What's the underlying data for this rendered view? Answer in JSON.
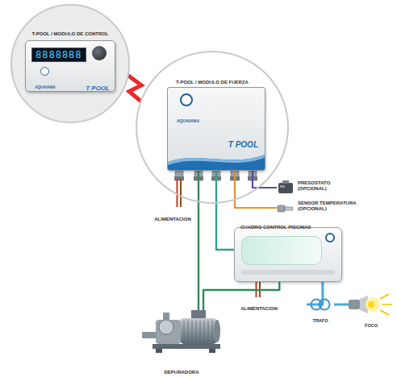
{
  "diagram": {
    "nodes": [
      {
        "text": [
          "T-POOL / MODULO DE CONTROL"
        ]
      },
      {
        "text": [
          "8888888",
          "AQUAVANA",
          "T POOL"
        ],
        "in": 0
      },
      {
        "text": [
          "T-POOL / MODULO DE FUERZA"
        ]
      },
      {
        "text": [
          "AQUAVANA",
          "T POOL"
        ],
        "in": 2
      },
      {
        "text": [
          "PRESOSTATO (OPCIONAL)"
        ]
      },
      {
        "text": [
          "SENSOR TEMPERATURA (OPCIONAL)"
        ]
      },
      {
        "text": [
          "CUADRO CONTROL PISCINAS"
        ]
      },
      {
        "text": [
          "TRAFO"
        ]
      },
      {
        "text": [
          "FOCO"
        ]
      },
      {
        "text": [
          "DEPURADORA"
        ]
      }
    ],
    "edges": [
      {
        "from": 0,
        "to": 2,
        "arrow": "none"
      },
      {
        "from": 3,
        "to": 4,
        "arrow": "none"
      },
      {
        "from": 3,
        "to": 5,
        "arrow": "none"
      },
      {
        "from": 3,
        "to": 9,
        "arrow": "none"
      },
      {
        "from": 3,
        "to": 6,
        "arrow": "none"
      },
      {
        "from": 6,
        "to": 9,
        "arrow": "none"
      },
      {
        "from": 6,
        "to": 7,
        "arrow": "none"
      },
      {
        "from": 7,
        "to": 8,
        "arrow": "none"
      }
    ],
    "labels": [
      "ALIMENTACION",
      "ALIMENTACION"
    ]
  }
}
